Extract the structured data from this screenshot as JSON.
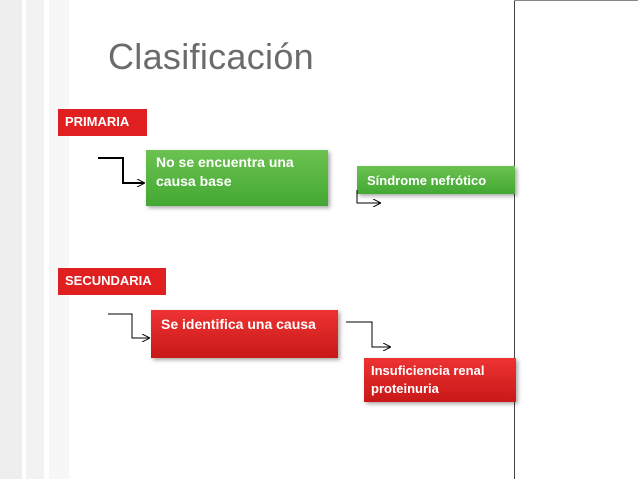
{
  "title": "Clasificación",
  "primaria": {
    "label": "PRIMARIA",
    "cause": "No se encuentra una causa base",
    "result": "Síndrome nefrótico"
  },
  "secundaria": {
    "label": "SECUNDARIA",
    "cause": "Se identifica una causa",
    "result": "Insuficiencia renal proteinuria"
  },
  "colors": {
    "red": "#e02020",
    "green": "#4cae3a",
    "title": "#6b6b6b"
  }
}
